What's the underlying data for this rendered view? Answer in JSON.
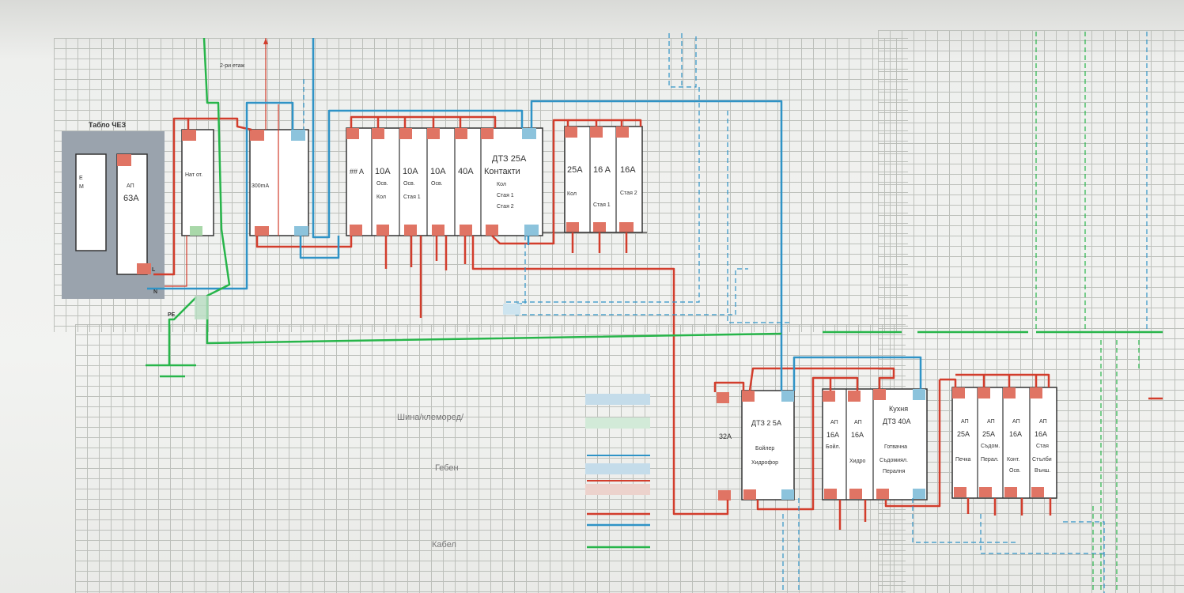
{
  "diagram": {
    "meter_panel": {
      "title": "Табло ЧЕЗ",
      "meter_text_e": "E",
      "meter_text_m": "M",
      "breaker_type": "АП",
      "breaker_rating": "63A",
      "l_label": "L",
      "n_label": "N",
      "pe_label": "PE"
    },
    "notes": {
      "second_floor": "2-ри етаж"
    },
    "main_switch": {
      "label": "Нат от."
    },
    "rcd_main": {
      "label": "300mA"
    },
    "group1": {
      "slots": [
        {
          "rating": "## A",
          "name": ""
        },
        {
          "rating": "10A",
          "name1": "Осв.",
          "name2": "Кол"
        },
        {
          "rating": "10A",
          "name1": "Осв.",
          "name2": "Стая 1"
        },
        {
          "rating": "10A",
          "name1": "Осв.",
          "name2": ""
        },
        {
          "rating": "40A",
          "name1": "",
          "name2": ""
        }
      ],
      "rcd_title": "ДТЗ 25А",
      "rcd_subtitle": "Контакти",
      "rcd_lines": [
        "Кол",
        "Стая 1",
        "Стая 2"
      ]
    },
    "group2": {
      "slots": [
        {
          "rating": "25A",
          "name": "Кол"
        },
        {
          "rating": "16 A",
          "name": "Стая 1"
        },
        {
          "rating": "16A",
          "name": "Стая 2"
        }
      ]
    },
    "kitchen_left": {
      "feed_rating": "32A",
      "rcd_title": "ДТЗ 2 5А",
      "rcd_line1": "Бойлер",
      "rcd_line2": "Хидрофор"
    },
    "kitchen_mid": {
      "title": "Кухня",
      "slots": [
        {
          "type": "АП",
          "rating": "16A",
          "name": "Бойл."
        },
        {
          "type": "АП",
          "rating": "16A",
          "name": "Хидро"
        }
      ],
      "rcd_title": "ДТЗ 40А",
      "rcd_lines": [
        "Готвачна",
        "Съдомиял.",
        "Пералня"
      ]
    },
    "kitchen_right": {
      "slots": [
        {
          "type": "АП",
          "rating": "25A",
          "name": "Печка"
        },
        {
          "type": "АП",
          "rating": "25A",
          "name1": "Съдом.",
          "name2": "Перал."
        },
        {
          "type": "АП",
          "rating": "16A",
          "name1": "Конт.",
          "name2": "Осв."
        },
        {
          "type": "АП",
          "rating": "16A",
          "name1": "Стая",
          "name2": "Стълби",
          "name3": "Външ."
        }
      ]
    }
  },
  "legend": {
    "items": [
      {
        "label": "Шина/клеморед/"
      },
      {
        "label": "Гебен"
      },
      {
        "label": "Кабел"
      }
    ]
  },
  "colors": {
    "phase": "#d23d2c",
    "neutral": "#2f93c6",
    "earth": "#27b54a",
    "terminal_red": "#e08070",
    "terminal_blue": "#8cc3dc",
    "panel_gray": "#9aa3ad"
  }
}
